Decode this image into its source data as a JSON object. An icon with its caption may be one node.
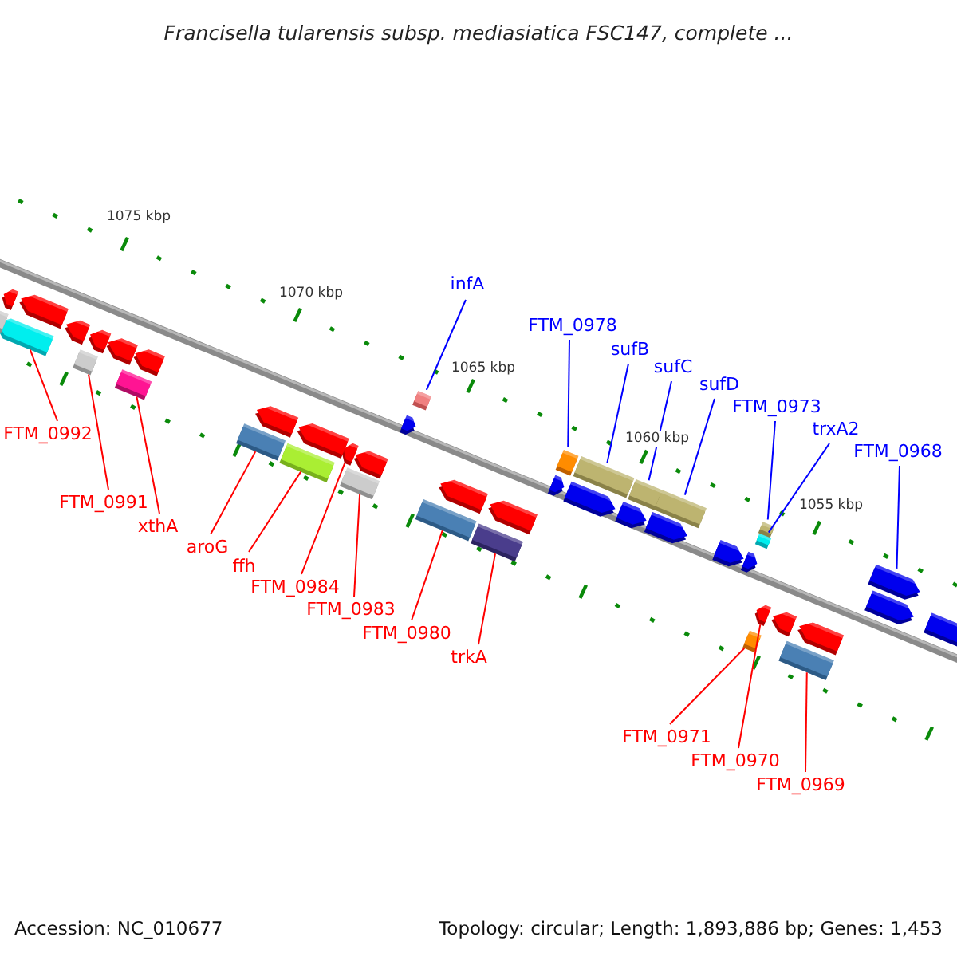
{
  "diagram": {
    "title": "Francisella tularensis subsp. mediasiatica FSC147, complete ...",
    "nodes": [
      {
        "text": [
          "infA"
        ]
      },
      {
        "text": [
          "FTM_0978"
        ]
      },
      {
        "text": [
          "sufB"
        ]
      },
      {
        "text": [
          "sufC"
        ]
      },
      {
        "text": [
          "sufD"
        ]
      },
      {
        "text": [
          "FTM_0973"
        ]
      },
      {
        "text": [
          "trxA2"
        ]
      },
      {
        "text": [
          "FTM_0968"
        ]
      },
      {
        "text": [
          "FTM_0992"
        ]
      },
      {
        "text": [
          "FTM_0991"
        ]
      },
      {
        "text": [
          "xthA"
        ]
      },
      {
        "text": [
          "aroG"
        ]
      },
      {
        "text": [
          "ffh"
        ]
      },
      {
        "text": [
          "FTM_0984"
        ]
      },
      {
        "text": [
          "FTM_0983"
        ]
      },
      {
        "text": [
          "FTM_0980"
        ]
      },
      {
        "text": [
          "trkA"
        ]
      },
      {
        "text": [
          "FTM_0971"
        ]
      },
      {
        "text": [
          "FTM_0970"
        ]
      },
      {
        "text": [
          "FTM_0969"
        ]
      },
      {
        "text": [],
        "shape": "box"
      },
      {
        "text": [],
        "shape": "box"
      },
      {
        "text": [],
        "shape": "box"
      },
      {
        "text": [],
        "shape": "box"
      },
      {
        "text": [],
        "shape": "box"
      },
      {
        "text": [],
        "shape": "box"
      },
      {
        "text": [],
        "shape": "box"
      },
      {
        "text": [],
        "shape": "box"
      },
      {
        "text": [],
        "shape": "box"
      },
      {
        "text": [],
        "shape": "box"
      },
      {
        "text": [],
        "shape": "box"
      },
      {
        "text": [],
        "shape": "box"
      },
      {
        "text": [],
        "shape": "box"
      },
      {
        "text": [],
        "shape": "box"
      },
      {
        "text": [],
        "shape": "box"
      },
      {
        "text": [],
        "shape": "box"
      },
      {
        "text": [],
        "shape": "box"
      },
      {
        "text": [],
        "shape": "box"
      },
      {
        "text": [],
        "shape": "box"
      },
      {
        "text": [],
        "shape": "box"
      },
      {
        "text": [],
        "shape": "box"
      },
      {
        "text": [],
        "shape": "box"
      },
      {
        "text": [],
        "shape": "box"
      },
      {
        "text": [],
        "shape": "box"
      },
      {
        "text": [],
        "shape": "box"
      },
      {
        "text": [],
        "shape": "box"
      },
      {
        "text": [],
        "shape": "box"
      },
      {
        "text": [],
        "shape": "box"
      },
      {
        "text": [],
        "shape": "box"
      },
      {
        "text": [],
        "shape": "box"
      },
      {
        "text": [],
        "shape": "box"
      },
      {
        "text": [],
        "shape": "box"
      },
      {
        "text": [],
        "shape": "box"
      },
      {
        "text": [],
        "shape": "box"
      },
      {
        "text": [],
        "shape": "box"
      },
      {
        "text": [],
        "shape": "box"
      },
      {
        "text": [],
        "shape": "box"
      },
      {
        "text": [],
        "shape": "box"
      },
      {
        "text": [],
        "shape": "box"
      },
      {
        "text": [],
        "shape": "box"
      },
      {
        "text": [],
        "shape": "box"
      },
      {
        "text": [],
        "shape": "box"
      },
      {
        "text": [],
        "shape": "box"
      }
    ],
    "edges": [
      {
        "from": 0,
        "to": 27,
        "arrow": "none",
        "color": "#0000ff"
      },
      {
        "from": 1,
        "to": 30,
        "arrow": "none",
        "color": "#0000ff"
      },
      {
        "from": 2,
        "to": 31,
        "arrow": "none",
        "color": "#0000ff"
      },
      {
        "from": 3,
        "to": 32,
        "arrow": "none",
        "color": "#0000ff"
      },
      {
        "from": 4,
        "to": 33,
        "arrow": "none",
        "color": "#0000ff"
      },
      {
        "from": 5,
        "to": 37,
        "arrow": "none",
        "color": "#0000ff"
      },
      {
        "from": 6,
        "to": 36,
        "arrow": "none",
        "color": "#0000ff"
      },
      {
        "from": 7,
        "to": 39,
        "arrow": "none",
        "color": "#0000ff"
      },
      {
        "from": 8,
        "to": 20,
        "arrow": "none"
      },
      {
        "from": 9,
        "to": 21,
        "arrow": "none"
      },
      {
        "from": 10,
        "to": 22,
        "arrow": "none"
      },
      {
        "from": 11,
        "to": 23,
        "arrow": "none"
      },
      {
        "from": 12,
        "to": 24,
        "arrow": "none"
      },
      {
        "from": 13,
        "to": 25,
        "arrow": "none"
      },
      {
        "from": 14,
        "to": 26,
        "arrow": "none"
      },
      {
        "from": 15,
        "to": 28,
        "arrow": "none"
      },
      {
        "from": 16,
        "to": 29,
        "arrow": "none"
      },
      {
        "from": 17,
        "to": 34,
        "arrow": "none"
      },
      {
        "from": 18,
        "to": 35,
        "arrow": "none"
      },
      {
        "from": 19,
        "to": 38,
        "arrow": "none"
      }
    ],
    "labels": [
      "1075 kbp",
      "1070 kbp",
      "1065 kbp",
      "1060 kbp",
      "1055 kbp",
      "Accession: NC_010677",
      "Topology: circular; Length: 1,893,886 bp; Genes: 1,453"
    ]
  }
}
